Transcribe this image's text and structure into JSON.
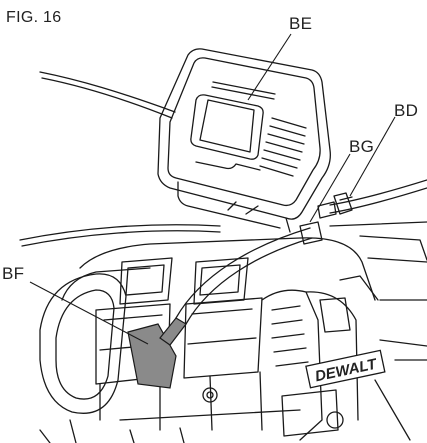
{
  "figure": {
    "title": "FIG. 16"
  },
  "callouts": {
    "be": "BE",
    "bd": "BD",
    "bg": "BG",
    "bf": "BF"
  },
  "brand": {
    "logo_text": "DEWALT",
    "logo_color": "#222222"
  },
  "colors": {
    "line": "#1a1a1a",
    "strap_fill": "#8a8a8a",
    "background": "#ffffff"
  }
}
